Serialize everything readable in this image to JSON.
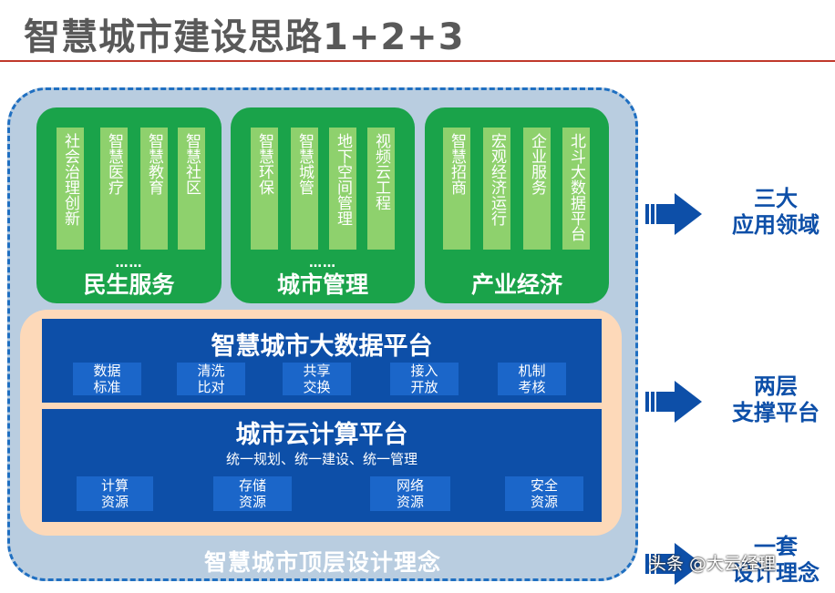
{
  "title": "智慧城市建设思路1+2+3",
  "application_groups": [
    {
      "label": "民生服务",
      "items": [
        "社会治理创新",
        "智慧医疗",
        "智慧教育",
        "智慧社区"
      ],
      "more": "……"
    },
    {
      "label": "城市管理",
      "items": [
        "智慧环保",
        "智慧城管",
        "地下空间管理",
        "视频云工程"
      ],
      "more": "……"
    },
    {
      "label": "产业经济",
      "items": [
        "智慧招商",
        "宏观经济运行",
        "企业服务",
        "北斗大数据平台"
      ],
      "more": ""
    }
  ],
  "big_data_platform": {
    "title": "智慧城市大数据平台",
    "items": [
      "数据\n标准",
      "清洗\n比对",
      "共享\n交换",
      "接入\n开放",
      "机制\n考核"
    ]
  },
  "cloud_platform": {
    "title": "城市云计算平台",
    "subtitle": "统一规划、统一建设、统一管理",
    "items": [
      "计算\n资源",
      "存储\n资源",
      "网络\n资源",
      "安全\n资源"
    ]
  },
  "top_design_label": "智慧城市顶层设计理念",
  "side_labels": [
    "三大\n应用领域",
    "两层\n支撑平台",
    "一套\n设计理念"
  ],
  "watermark": "头条 @大云经理",
  "colors": {
    "accent_blue": "#0d4fa8",
    "green": "#1aa34a",
    "light_green": "#8ed16d",
    "peach": "#fdd9b9",
    "title_rule": "#c0392b"
  }
}
